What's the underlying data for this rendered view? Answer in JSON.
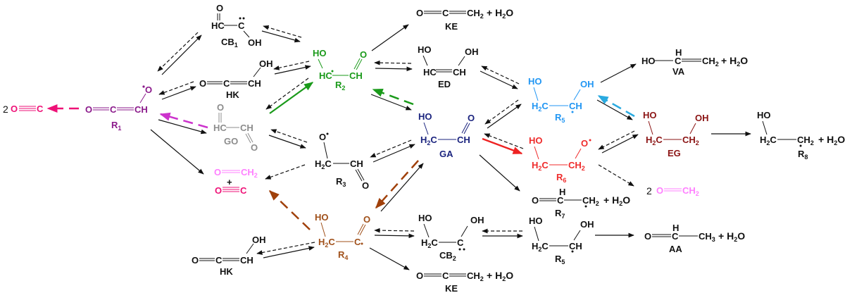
{
  "title": "Glycolaldehyde decomposition reaction network",
  "colors": {
    "black": "#111111",
    "R1": "#8b1a8b",
    "R2": "#1a9a1a",
    "GO": "#8c8c8c",
    "GA": "#1a237e",
    "R5": "#2196f3",
    "R6": "#ef2b2b",
    "EG": "#8b1414",
    "R4": "#a0501a",
    "formaldehyde": "#ff80ff",
    "co": "#ee1177",
    "arrow_R1": "#cc33cc",
    "arrow_R2": "#1a9a1a",
    "arrow_R4": "#a0400a",
    "arrow_R5": "#2aaae0",
    "arrow_R6": "#ee2222",
    "arrow_CO": "#ee1177"
  },
  "species": {
    "CO2": {
      "coef": "2",
      "O": "O",
      "C": "C"
    },
    "R1": {
      "label": "R",
      "sub": "1",
      "O1": "O",
      "C": "C",
      "CH": "CH",
      "Orad": "O"
    },
    "CB1": {
      "label": "CB",
      "sub": "1",
      "O": "O",
      "HC": "HC",
      "C": "C",
      "OH": "OH"
    },
    "HK_top": {
      "label": "HK",
      "O": "O",
      "C": "C",
      "CH": "CH",
      "OH": "OH"
    },
    "GO": {
      "label": "GO",
      "O1": "O",
      "HC": "HC",
      "CH": "CH",
      "O2": "O"
    },
    "HCHO_CO": {
      "O1": "O",
      "CH2": "CH",
      "CH2sub": "2",
      "plus": "+",
      "O2": "O",
      "C": "C"
    },
    "R2": {
      "label": "R",
      "sub": "2",
      "HO": "HO",
      "HC": "HC",
      "CH": "CH",
      "O": "O"
    },
    "R3": {
      "label": "R",
      "sub": "3",
      "O": "O",
      "H2C": "H",
      "H2Csub": "2",
      "H2Crest": "C",
      "CH": "CH",
      "O2": "O"
    },
    "R4": {
      "label": "R",
      "sub": "4",
      "HO": "HO",
      "H2C": "H",
      "H2Csub": "2",
      "H2Crest": "C",
      "C": "C",
      "O": "O"
    },
    "HK_bottom": {
      "label": "HK",
      "O": "O",
      "C": "C",
      "CH": "CH",
      "OH": "OH"
    },
    "KE_top": {
      "label": "KE",
      "O": "O",
      "C": "C",
      "CH2": "CH",
      "CH2sub": "2",
      "plus": "+ H",
      "h2osub": "2",
      "h2orest": "O"
    },
    "ED": {
      "label": "ED",
      "HO": "HO",
      "HC": "HC",
      "CH": "CH",
      "OH": "OH"
    },
    "GA": {
      "label": "GA",
      "HO": "HO",
      "H2C": "H",
      "H2Csub": "2",
      "H2Crest": "C",
      "CH": "CH",
      "O": "O"
    },
    "CB2": {
      "label": "CB",
      "sub": "2",
      "HO": "HO",
      "H2C": "H",
      "H2Csub": "2",
      "H2Crest": "C",
      "C": "C",
      "OH": "OH"
    },
    "KE_bottom": {
      "label": "KE",
      "O": "O",
      "C": "C",
      "CH2": "CH",
      "CH2sub": "2",
      "plus": "+ H",
      "h2osub": "2",
      "h2orest": "O"
    },
    "R5_top": {
      "label": "R",
      "sub": "5",
      "HO": "HO",
      "H2C": "H",
      "H2Csub": "2",
      "H2Crest": "C",
      "CH": "CH",
      "OH": "OH"
    },
    "R6": {
      "label": "R",
      "sub": "6",
      "HO": "HO",
      "H2C": "H",
      "H2Csub": "2",
      "H2Crest": "C",
      "CH2": "CH",
      "CH2sub": "2",
      "O": "O"
    },
    "R7": {
      "label": "R",
      "sub": "7",
      "O": "O",
      "H": "H",
      "C": "C",
      "CH2": "CH",
      "CH2sub": "2",
      "plus": "+ H",
      "h2osub": "2",
      "h2orest": "O"
    },
    "R5_bottom": {
      "label": "R",
      "sub": "5",
      "HO": "HO",
      "H2C": "H",
      "H2Csub": "2",
      "H2Crest": "C",
      "CH": "CH",
      "OH": "OH"
    },
    "VA": {
      "label": "VA",
      "HO": "HO",
      "H": "H",
      "C": "C",
      "CH2": "CH",
      "CH2sub": "2",
      "plus": "+ H",
      "h2osub": "2",
      "h2orest": "O"
    },
    "EG": {
      "label": "EG",
      "HO": "HO",
      "H2C": "H",
      "H2Csub": "2",
      "H2Crest": "C",
      "CH2": "CH",
      "CH2sub": "2",
      "OH": "OH"
    },
    "HCHO2": {
      "coef": "2",
      "O": "O",
      "CH2": "CH",
      "CH2sub": "2"
    },
    "AA": {
      "label": "AA",
      "O": "O",
      "H": "H",
      "C": "C",
      "CH3": "CH",
      "CH3sub": "3",
      "plus": "+ H",
      "h2osub": "2",
      "h2orest": "O"
    },
    "R8": {
      "label": "R",
      "sub": "8",
      "HO": "HO",
      "H2C": "H",
      "H2Csub": "2",
      "H2Crest": "C",
      "CH2": "CH",
      "CH2sub": "2",
      "plus": "+ H",
      "h2osub": "2",
      "h2orest": "O"
    }
  },
  "reactions": [
    {
      "from": "R1",
      "to": "CO",
      "style": "dashed-colored"
    },
    {
      "from": "R1",
      "to": "CB1",
      "style": "reversible"
    },
    {
      "from": "R1",
      "to": "HK",
      "style": "reversible"
    },
    {
      "from": "R1",
      "to": "GO",
      "style": "reversible-colored"
    },
    {
      "from": "R1",
      "to": "HCHO + CO",
      "style": "forward"
    },
    {
      "from": "CB1",
      "to": "R2",
      "style": "reversible"
    },
    {
      "from": "HK",
      "to": "R2",
      "style": "reversible"
    },
    {
      "from": "GO",
      "to": "R2",
      "style": "reversible-colored"
    },
    {
      "from": "GO",
      "to": "R3",
      "style": "reversible"
    },
    {
      "from": "R3",
      "to": "HCHO + CO",
      "style": "dashed"
    },
    {
      "from": "R2",
      "to": "KE",
      "style": "forward"
    },
    {
      "from": "R2",
      "to": "ED",
      "style": "reversible"
    },
    {
      "from": "R2",
      "to": "GA",
      "style": "reversible-colored"
    },
    {
      "from": "R3",
      "to": "GA",
      "style": "reversible"
    },
    {
      "from": "R4",
      "to": "GA",
      "style": "reversible-colored"
    },
    {
      "from": "R4",
      "to": "HCHO + CO",
      "style": "dashed-colored"
    },
    {
      "from": "R4",
      "to": "HK",
      "style": "reversible"
    },
    {
      "from": "R4",
      "to": "CB2",
      "style": "reversible"
    },
    {
      "from": "R4",
      "to": "KE",
      "style": "forward"
    },
    {
      "from": "ED",
      "to": "R5",
      "style": "reversible"
    },
    {
      "from": "GA",
      "to": "R5",
      "style": "reversible"
    },
    {
      "from": "GA",
      "to": "R6",
      "style": "reversible-colored"
    },
    {
      "from": "GA",
      "to": "R7",
      "style": "forward"
    },
    {
      "from": "CB2",
      "to": "R5",
      "style": "reversible"
    },
    {
      "from": "R5",
      "to": "AA",
      "style": "forward"
    },
    {
      "from": "R5",
      "to": "VA",
      "style": "forward"
    },
    {
      "from": "R5",
      "to": "EG",
      "style": "reversible-colored"
    },
    {
      "from": "R6",
      "to": "EG",
      "style": "reversible"
    },
    {
      "from": "R6",
      "to": "2 HCHO",
      "style": "dashed"
    },
    {
      "from": "EG",
      "to": "R8",
      "style": "forward"
    }
  ]
}
